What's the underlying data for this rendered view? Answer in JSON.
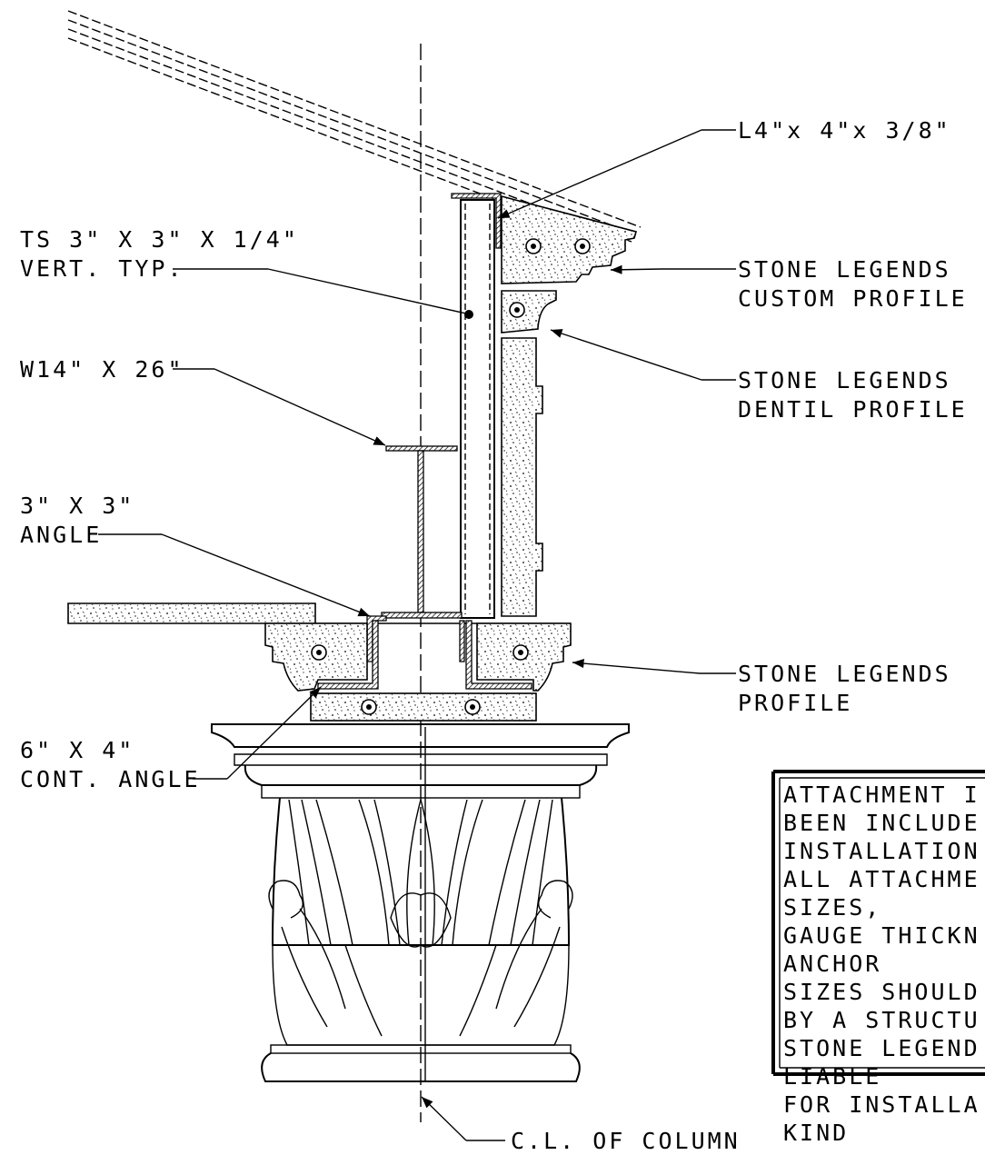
{
  "labels": {
    "angle_l4": "L4\"x 4\"x 3/8\"",
    "ts_line1": "TS 3\" X 3\" X 1/4\"",
    "ts_line2": "VERT. TYP.",
    "custom_line1": "STONE LEGENDS",
    "custom_line2": "CUSTOM PROFILE",
    "w14": "W14\" X 26\"",
    "dentil_line1": "STONE LEGENDS",
    "dentil_line2": "DENTIL PROFILE",
    "angle3_line1": "3\" X 3\"",
    "angle3_line2": "ANGLE",
    "profile_line1": "STONE LEGENDS",
    "profile_line2": "PROFILE",
    "angle6_line1": "6\" X 4\"",
    "angle6_line2": "CONT. ANGLE",
    "centerline": "C.L. OF COLUMN"
  },
  "note": {
    "lines": [
      "ATTACHMENT I",
      "BEEN INCLUDE",
      "INSTALLATION",
      "ALL ATTACHME",
      "SIZES,",
      "GAUGE THICKN",
      "ANCHOR",
      "SIZES SHOULD",
      "BY A STRUCTU",
      "STONE LEGEND",
      "LIABLE",
      "FOR INSTALLA",
      "KIND"
    ]
  }
}
